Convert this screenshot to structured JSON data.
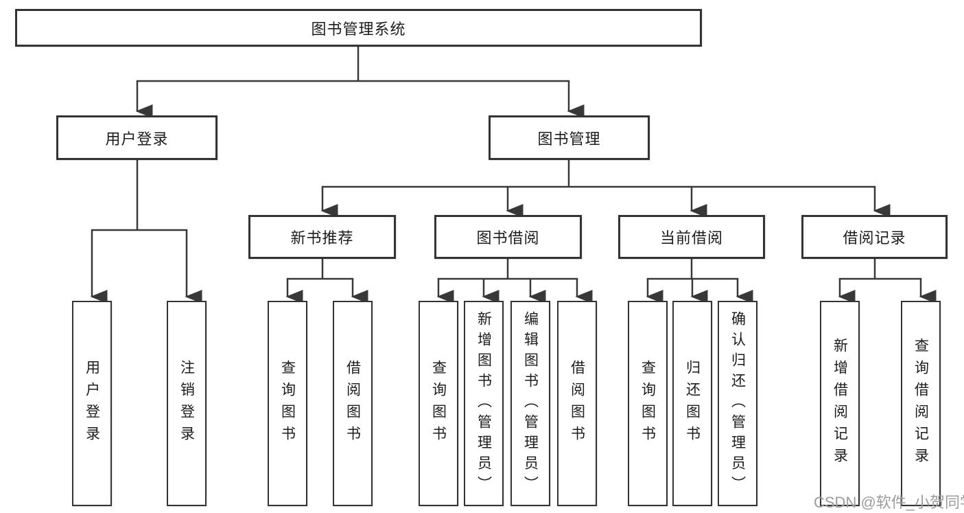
{
  "colors": {
    "background": "#ffffff",
    "line": "#383838",
    "box_border": "#333333",
    "text": "#1c1c1c",
    "watermark": "#9b9b9b"
  },
  "root": {
    "label": "图书管理系统"
  },
  "nodes": {
    "user_login": {
      "label": "用户登录"
    },
    "book_mgmt": {
      "label": "图书管理"
    },
    "new_books": {
      "label": "新书推荐"
    },
    "book_borrow": {
      "label": "图书借阅"
    },
    "current_borrow": {
      "label": "当前借阅"
    },
    "borrow_records": {
      "label": "借阅记录"
    }
  },
  "leaves": {
    "user_login": [
      "用户登录",
      "注销登录"
    ],
    "new_books": [
      "查询图书",
      "借阅图书"
    ],
    "book_borrow": [
      "查询图书",
      "新增图书（管理员）",
      "编辑图书（管理员）",
      "借阅图书"
    ],
    "current_borrow": [
      "查询图书",
      "归还图书",
      "确认归还（管理员）"
    ],
    "borrow_records": [
      "新增借阅记录",
      "查询借阅记录"
    ]
  },
  "watermark": "CSDN @软件_小贺同学"
}
